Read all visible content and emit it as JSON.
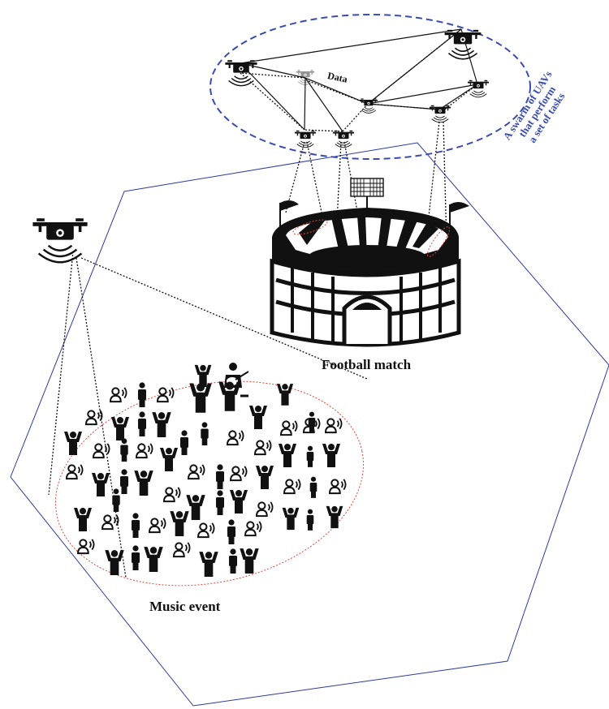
{
  "labels": {
    "football_match": "Football match",
    "music_event": "Music event",
    "data": "Data",
    "swarm_line1": "A swarm of UAVs",
    "swarm_line2": "that perform",
    "swarm_line3": "a set of tasks"
  },
  "colors": {
    "hexagon": "#2b3a9c",
    "swarm_ellipse": "#3a4bb0",
    "crowd_boundary": "#e0483c",
    "links": "#111111"
  },
  "icons": {
    "uav": "drone-icon",
    "stadium": "stadium-icon",
    "person_raised": "person-hands-up-icon",
    "person_standing": "person-standing-icon",
    "person_sound": "person-speaking-icon",
    "guitarist": "guitarist-icon",
    "floodlight": "floodlight-icon"
  }
}
